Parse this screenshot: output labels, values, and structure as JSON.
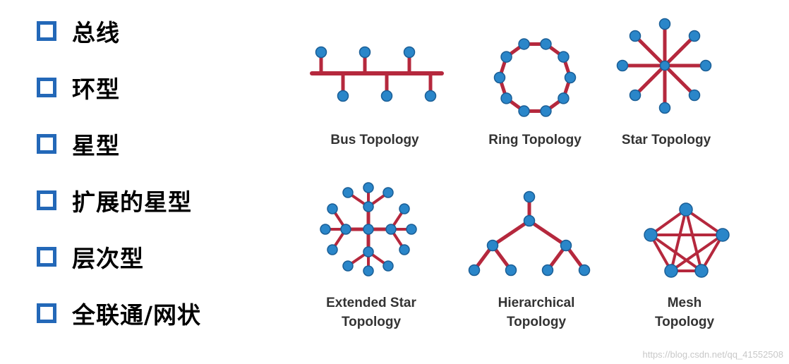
{
  "list": {
    "items": [
      {
        "label": "总线"
      },
      {
        "label": "环型"
      },
      {
        "label": "星型"
      },
      {
        "label": "扩展的星型"
      },
      {
        "label": "层次型"
      },
      {
        "label": "全联通/网状"
      }
    ]
  },
  "diagrams": {
    "bus": {
      "caption": "Bus Topology"
    },
    "ring": {
      "caption": "Ring Topology"
    },
    "star": {
      "caption": "Star Topology"
    },
    "extended_star": {
      "caption_line1": "Extended Star",
      "caption_line2": "Topology"
    },
    "hierarchical": {
      "caption_line1": "Hierarchical",
      "caption_line2": "Topology"
    },
    "mesh": {
      "caption_line1": "Mesh",
      "caption_line2": "Topology"
    }
  },
  "watermark": "https://blog.csdn.net/qq_41552508",
  "colors": {
    "bullet": "#2368b8",
    "link": "#b5283d",
    "node": "#2a86c9",
    "node_stroke": "#1a5e96"
  }
}
